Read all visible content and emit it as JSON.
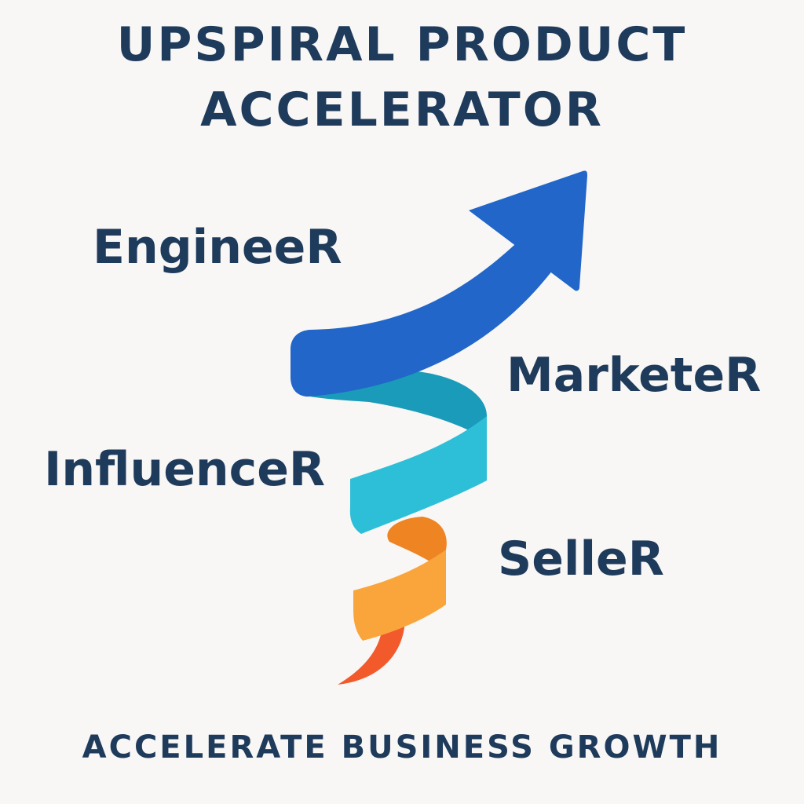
{
  "title": {
    "line1": "UPSPIRAL PRODUCT",
    "line2": "ACCELERATOR"
  },
  "roles": {
    "engineer": "EngineeR",
    "marketer": "MarketeR",
    "influencer": "InfluenceR",
    "seller": "SelleR"
  },
  "tagline": "ACCELERATE BUSINESS GROWTH",
  "colors": {
    "text": "#1f3b5c",
    "arrow_blue": "#2166c8",
    "teal_back": "#1a9bb9",
    "teal_front": "#2ebfd8",
    "orange_back": "#ee8422",
    "orange_front": "#f9a53c",
    "tip_red": "#f25a2c"
  }
}
